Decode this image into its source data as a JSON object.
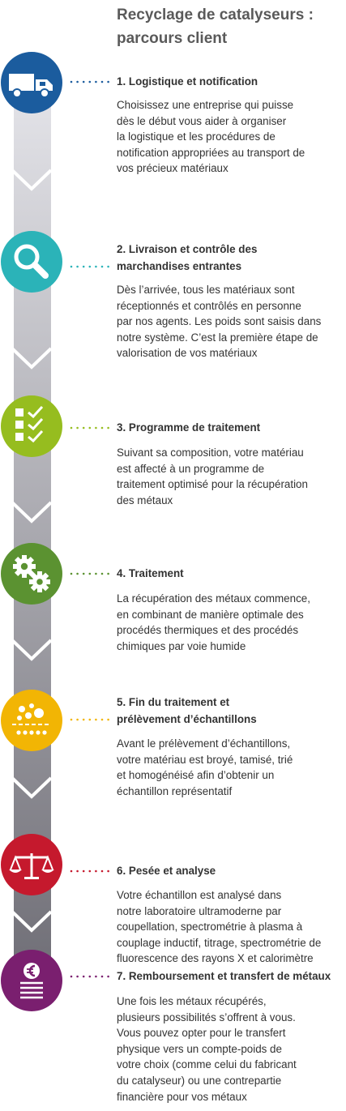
{
  "title": {
    "line1": "Recyclage de catalyseurs :",
    "line2": "parcours client"
  },
  "colors": {
    "logistics": "#1b5c9e",
    "inspection": "#2bb3b8",
    "program": "#96bd1f",
    "treatment": "#5b9231",
    "sampling": "#f2b504",
    "analysis": "#c5192d",
    "refund": "#7a1f6f",
    "spine_top": "#e3e3e8",
    "spine_bottom": "#6f6e76"
  },
  "steps": [
    {
      "icon": "truck-icon",
      "color": "#1b5c9e",
      "heading_lines": [
        "1. Logistique et notification"
      ],
      "body_lines": [
        "Choisissez une entreprise qui puisse",
        "dès le début vous aider à organiser",
        "la logistique et les procédures de",
        "notification appropriées au transport de",
        "vos précieux matériaux"
      ]
    },
    {
      "icon": "magnifier-icon",
      "color": "#2bb3b8",
      "heading_lines": [
        "2. Livraison et contrôle des",
        "marchandises entrantes"
      ],
      "body_lines": [
        "Dès l’arrivée, tous les matériaux sont",
        "réceptionnés et contrôlés en personne",
        "par nos agents. Les poids sont saisis dans",
        "notre système. C’est la première étape de",
        "valorisation de vos matériaux"
      ]
    },
    {
      "icon": "checklist-icon",
      "color": "#96bd1f",
      "heading_lines": [
        "3. Programme de traitement"
      ],
      "body_lines": [
        "Suivant sa composition, votre matériau",
        "est affecté à un programme de",
        "traitement optimisé pour la récupération",
        "des métaux"
      ]
    },
    {
      "icon": "gears-icon",
      "color": "#5b9231",
      "heading_lines": [
        "4. Traitement"
      ],
      "body_lines": [
        "La récupération des métaux commence,",
        "en combinant de manière optimale des",
        "procédés thermiques et des procédés",
        "chimiques par voie humide"
      ]
    },
    {
      "icon": "particles-icon",
      "color": "#f2b504",
      "heading_lines": [
        "5. Fin du traitement et",
        "prélèvement d’échantillons"
      ],
      "body_lines": [
        "Avant le prélèvement d’échantillons,",
        "votre matériau est broyé, tamisé, trié",
        "et homogénéisé afin d’obtenir un",
        "échantillon représentatif"
      ]
    },
    {
      "icon": "scale-icon",
      "color": "#c5192d",
      "heading_lines": [
        "6. Pesée et analyse"
      ],
      "body_lines": [
        "Votre échantillon est analysé dans",
        "notre laboratoire ultramoderne par",
        "coupellation, spectrométrie à plasma à",
        "couplage inductif, titrage, spectrométrie de",
        "fluorescence des rayons X et calorimètre"
      ]
    },
    {
      "icon": "euro-coin-icon",
      "color": "#7a1f6f",
      "heading_lines": [
        "7. Remboursement et transfert de métaux"
      ],
      "body_lines": [
        "Une fois les métaux récupérés,",
        "plusieurs possibilités s’offrent à vous.",
        "Vous pouvez opter pour le transfert",
        "physique vers un compte-poids de",
        "votre choix (comme celui du fabricant",
        "du catalyseur) ou une contrepartie",
        "financière pour vos métaux"
      ]
    }
  ]
}
